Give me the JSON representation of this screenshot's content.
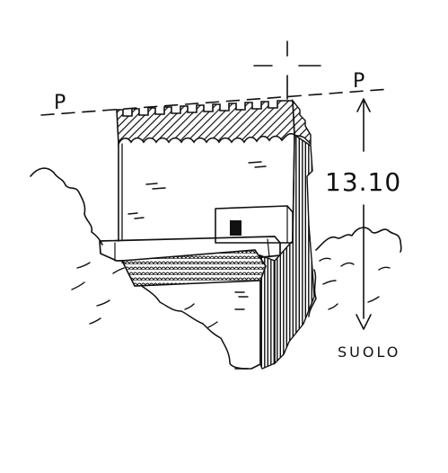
{
  "labels": {
    "plane_left": "P",
    "plane_right": "P",
    "height": "13.10",
    "ground": "SUOLO"
  },
  "colors": {
    "ink": "#111111",
    "paper": "#ffffff"
  }
}
